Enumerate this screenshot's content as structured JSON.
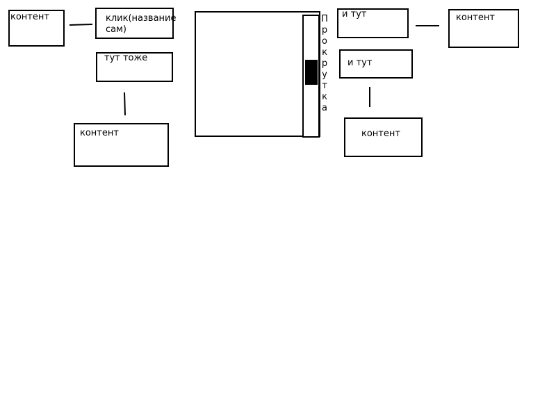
{
  "boxes": {
    "content_top_left": "контент",
    "click_button": "клик(название\nсам)",
    "here_too": "тут тоже",
    "content_bottom_left": "контент",
    "and_here_top": "и тут",
    "content_top_right": "контент",
    "and_here_middle": "и тут",
    "content_bottom_right": "контент"
  },
  "scroll": {
    "label_letters": [
      "П",
      "р",
      "о",
      "к",
      "р",
      "у",
      "т",
      "к",
      "а"
    ],
    "thumb_position": 0.38
  },
  "colors": {
    "stroke": "#000000",
    "background": "#ffffff"
  }
}
